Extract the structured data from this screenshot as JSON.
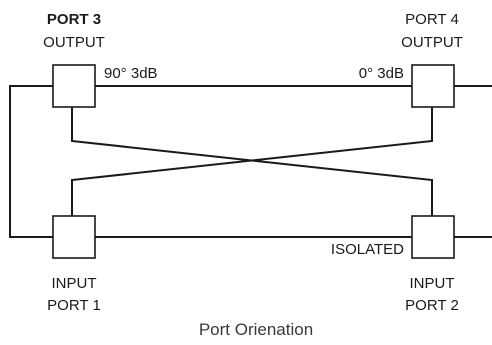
{
  "ports": {
    "port3": {
      "line1": "PORT 3",
      "line2": "OUTPUT",
      "phase": "90° 3dB"
    },
    "port4": {
      "line1": "PORT 4",
      "line2": "OUTPUT",
      "phase": "0° 3dB"
    },
    "port1": {
      "line1": "INPUT",
      "line2": "PORT 1"
    },
    "port2": {
      "status": "ISOLATED",
      "line1": "INPUT",
      "line2": "PORT 2"
    }
  },
  "caption": "Port Orienation"
}
